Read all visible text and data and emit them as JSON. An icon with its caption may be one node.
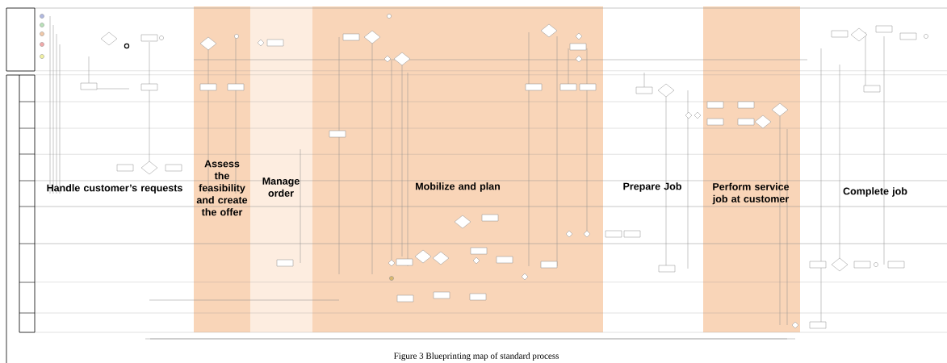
{
  "diagram": {
    "caption": "Figure 3 Blueprinting map of standard process",
    "nodes": [
      {
        "text": [
          "Handle customer’s requests"
        ]
      },
      {
        "text": [
          "Assess the feasibility and create the offer"
        ]
      },
      {
        "text": [
          "Manage order"
        ]
      },
      {
        "text": [
          "Mobilize and plan"
        ]
      },
      {
        "text": [
          "Prepare Job"
        ]
      },
      {
        "text": [
          "Perform service job at customer"
        ]
      },
      {
        "text": [
          "Complete job"
        ]
      }
    ]
  }
}
